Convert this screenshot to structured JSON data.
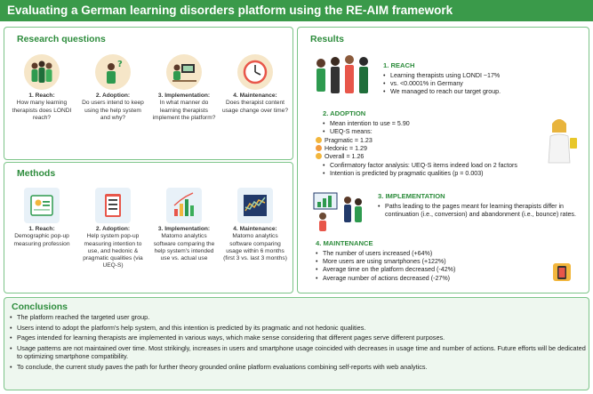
{
  "title": "Evaluating a German learning disorders platform using the RE-AIM framework",
  "research": {
    "heading": "Research questions",
    "items": [
      {
        "label": "1. Reach:",
        "text": "How many learning therapists does LONDI reach?"
      },
      {
        "label": "2. Adoption:",
        "text": "Do users intend to keep using the help system and why?"
      },
      {
        "label": "3. Implementation:",
        "text": "In what manner do learning therapists implement the platform?"
      },
      {
        "label": "4. Maintenance:",
        "text": "Does therapist content usage change over time?"
      }
    ]
  },
  "methods": {
    "heading": "Methods",
    "items": [
      {
        "label": "1. Reach:",
        "text": "Demographic pop-up measuring profession"
      },
      {
        "label": "2. Adoption:",
        "text": "Help system pop-up measuring intention to use, and hedonic & pragmatic qualities (via UEQ-S)"
      },
      {
        "label": "3. Implementation:",
        "text": "Matomo analytics software comparing the help system's intended use vs. actual use"
      },
      {
        "label": "4. Maintenance:",
        "text": "Matomo analytics software comparing usage within 6 months (first 3 vs. last 3 months)"
      }
    ]
  },
  "results": {
    "heading": "Results",
    "reach": {
      "heading": "1. REACH",
      "items": [
        "Learning therapists using LONDI ~17%",
        "vs. <0.0001% in Germany",
        "We managed to reach our target group."
      ]
    },
    "adoption": {
      "heading": "2. ADOPTION",
      "items": [
        "Mean intention to use = 5.90",
        "UEQ-S means:"
      ],
      "scores": [
        "Pragmatic = 1.23",
        "Hedonic = 1.29",
        "Overall = 1.26"
      ],
      "items2": [
        "Confirmatory factor analysis: UEQ-S items indeed load on 2 factors",
        "Intention is predicted by pragmatic qualities (p = 0.003)"
      ]
    },
    "implementation": {
      "heading": "3. IMPLEMENTATION",
      "items": [
        "Paths leading to the pages meant for learning therapists differ in continuation (i.e., conversion) and abandonment (i.e., bounce) rates."
      ]
    },
    "maintenance": {
      "heading": "4. MAINTENANCE",
      "items": [
        "The number of users increased (+64%)",
        "More users are using smartphones (+122%)",
        "Average time on the platform decreased (-42%)",
        "Average number of actions decreased (-27%)"
      ]
    }
  },
  "conclusions": {
    "heading": "Conclusions",
    "items": [
      "The platform reached the targeted user group.",
      "Users intend to adopt the platform's help system, and this intention is predicted by its pragmatic and not hedonic qualities.",
      "Pages intended for learning therapists are implemented in various ways, which make sense considering that different pages serve different purposes.",
      "Usage patterns are not maintained over time. Most strikingly, increases in users and smartphone usage coincided with decreases in usage time and number of actions. Future efforts will be dedicated to optimizing smartphone compatibility.",
      "To conclude, the current study paves the path for further theory grounded online platform evaluations combining self-reports with web analytics."
    ]
  },
  "colors": {
    "accent": "#3a9a4a",
    "heading": "#2d8c3c",
    "border": "#7cc488",
    "circle": "#f6e6c8",
    "square": "#e8f1f8"
  }
}
